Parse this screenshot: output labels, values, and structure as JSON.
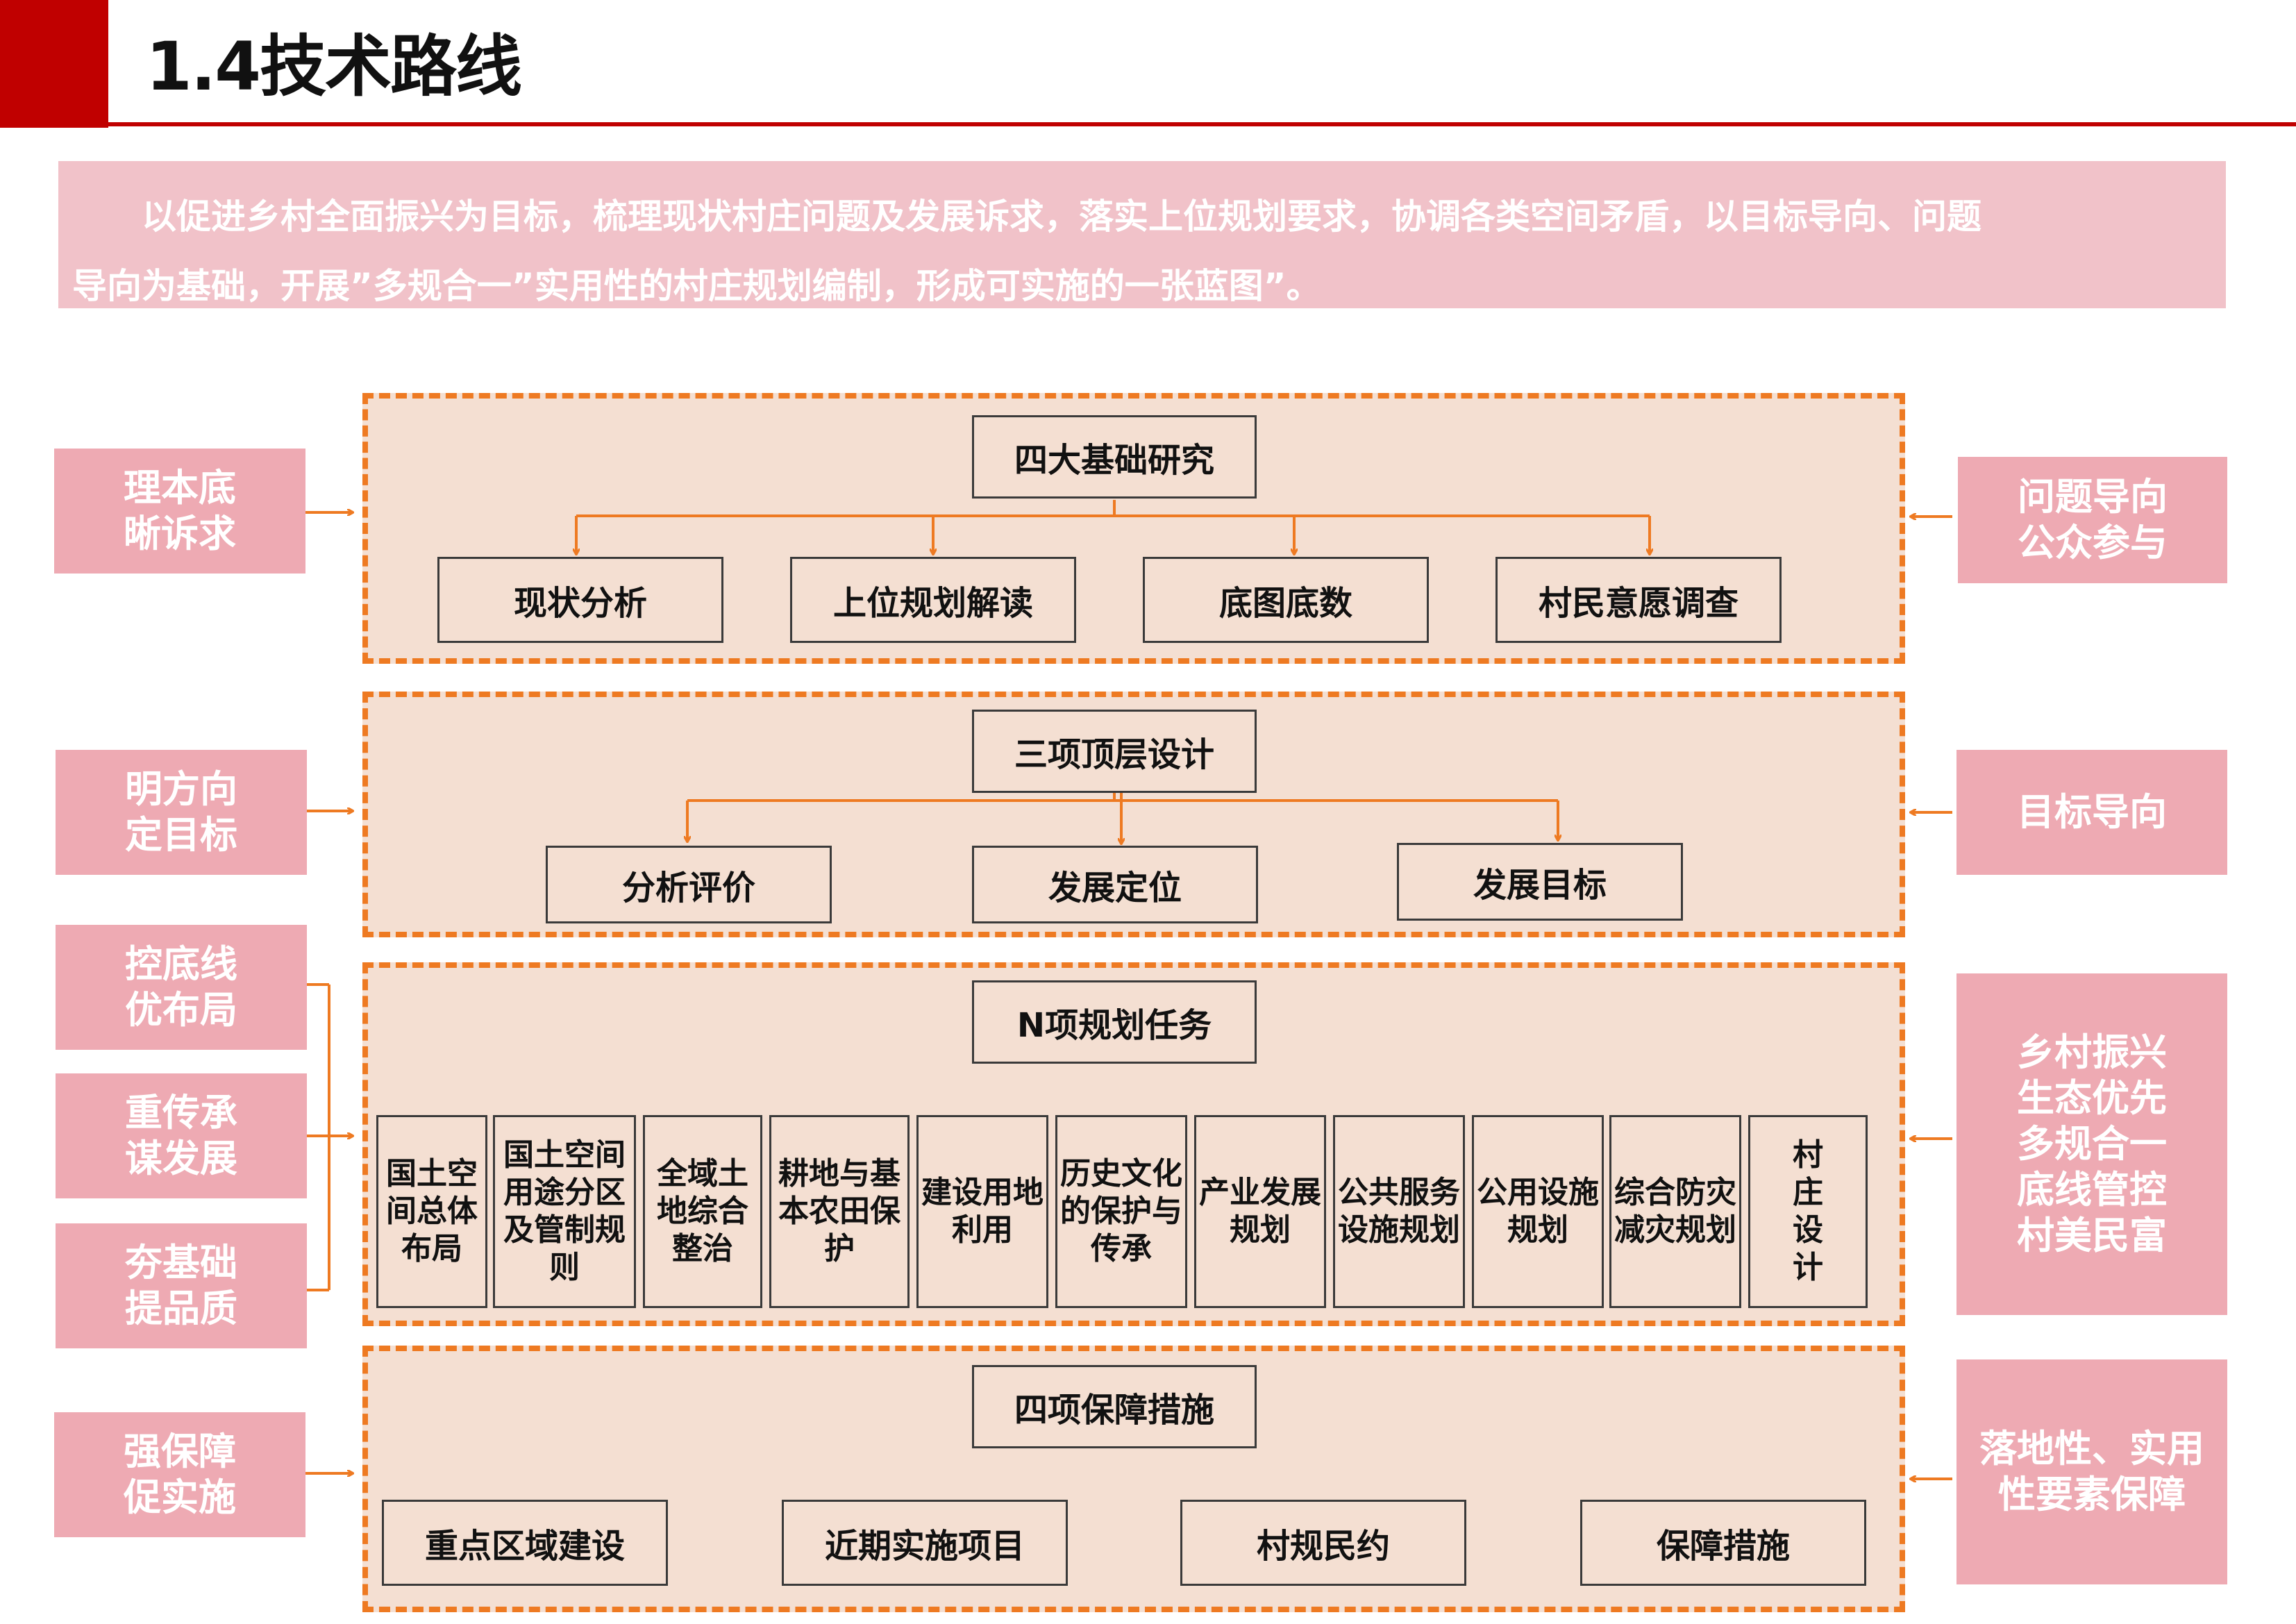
{
  "header": {
    "title": "1.4技术路线"
  },
  "intro": {
    "line1": "以促进乡村全面振兴为目标，梳理现状村庄问题及发展诉求，落实上位规划要求，协调各类空间矛盾，以目标导向、问题",
    "line2": "导向为基础，开展”多规合一”实用性的村庄规划编制，形成可实施的一张蓝图”。"
  },
  "sections": [
    {
      "title": "四大基础研究",
      "items": [
        "现状分析",
        "上位规划解读",
        "底图底数",
        "村民意愿调查"
      ]
    },
    {
      "title": "三项顶层设计",
      "items": [
        "分析评价",
        "发展定位",
        "发展目标"
      ]
    },
    {
      "title": "N项规划任务",
      "items": [
        "国土空间总体布局",
        "国土空间用途分区及管制规则",
        "全域土地综合整治",
        "耕地与基本农田保护",
        "建设用地利用",
        "历史文化的保护与传承",
        "产业发展规划",
        "公共服务设施规划",
        "公用设施规划",
        "综合防灾减灾规划",
        "村庄设计"
      ]
    },
    {
      "title": "四项保障措施",
      "items": [
        "重点区域建设",
        "近期实施项目",
        "村规民约",
        "保障措施"
      ]
    }
  ],
  "left_labels": [
    "理本底\n晰诉求",
    "明方向\n定目标",
    "控底线\n优布局",
    "重传承\n谋发展",
    "夯基础\n提品质",
    "强保障\n促实施"
  ],
  "right_labels": [
    "问题导向\n公众参与",
    "目标导向",
    "乡村振兴\n生态优先\n多规合一\n底线管控\n村美民富",
    "落地性、实用\n性要素保障"
  ],
  "colors": {
    "accent_red": "#c00000",
    "dash_orange": "#ee7a22",
    "panel_fill": "#f4dfd2",
    "label_pink": "#eeaab3",
    "intro_pink": "#f1c2c9"
  }
}
